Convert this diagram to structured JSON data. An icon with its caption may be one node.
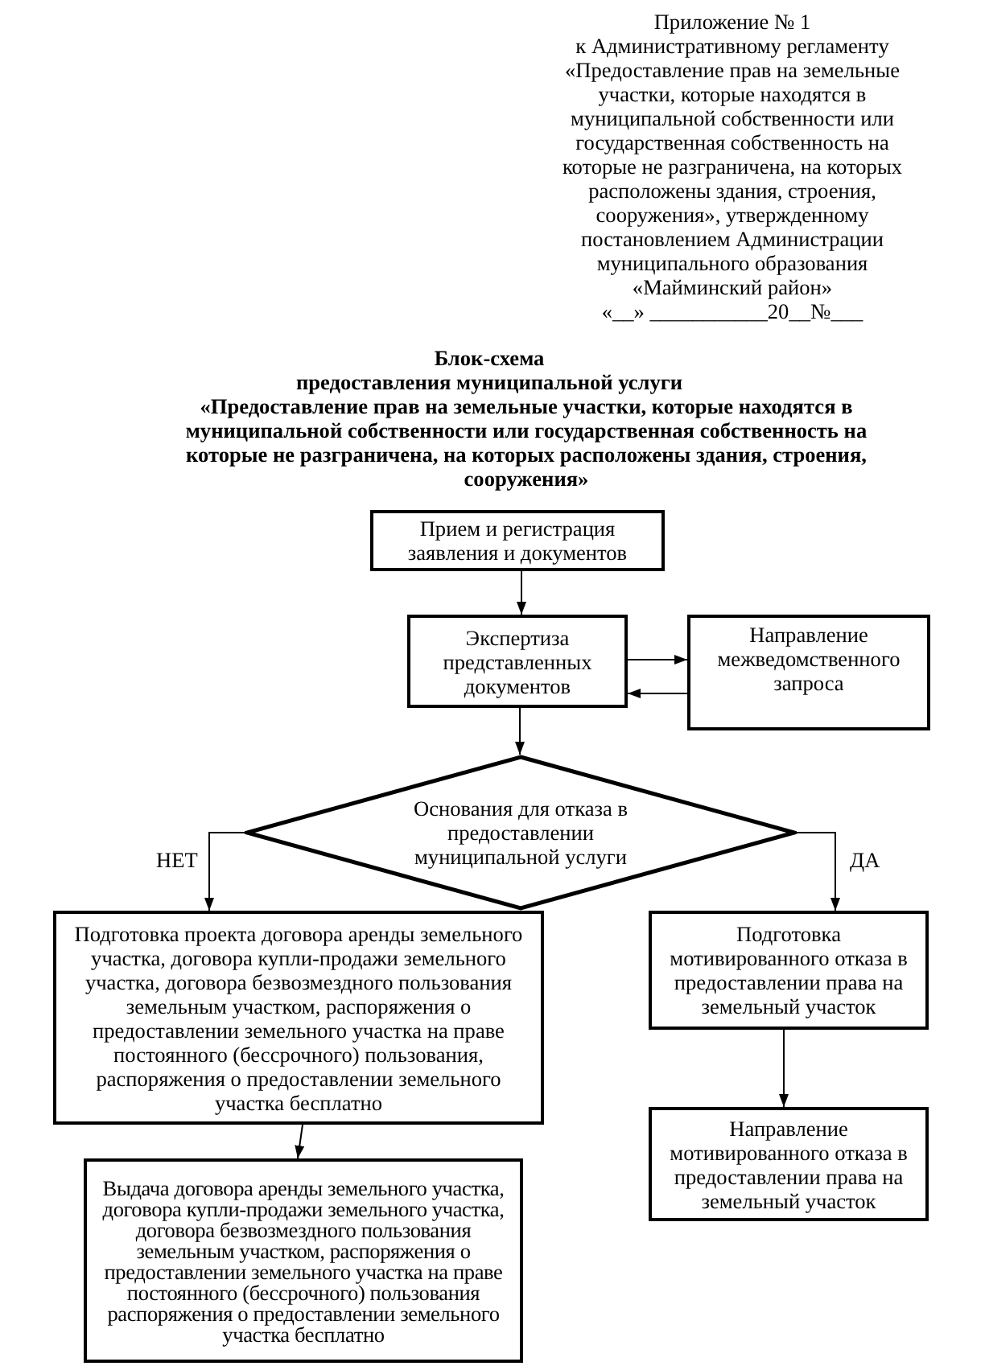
{
  "diagram": {
    "title": "Блок-схема",
    "nodes": [
      {
        "text": [
          "Прием и регистрация заявления и документов"
        ]
      },
      {
        "text": [
          "Экспертиза представленных документов"
        ]
      },
      {
        "text": [
          "Направление межведомственного запроса"
        ]
      },
      {
        "text": [
          "Основания для отказа в предоставлении муниципальной услуги"
        ]
      },
      {
        "text": [
          "Подготовка проекта договора аренды земельного участка, договора купли-продажи земельного участка, договора безвозмездного пользования земельным участком, распоряжения о предоставлении земельного участка на праве постоянного (бессрочного) пользования, распоряжения о предоставлении земельного участка бесплатно"
        ]
      },
      {
        "text": [
          "Подготовка мотивированного отказа в предоставлении права на земельный участок"
        ]
      },
      {
        "text": [
          "Направление мотивированного отказа в предоставлении права на земельный участок"
        ]
      },
      {
        "text": [
          "Выдача договора аренды земельного участка, договора купли-продажи земельного участка, договора безвозмездного пользования земельным участком, распоряжения о предоставлении земельного участка на праве постоянного (бессрочного) пользования распоряжения о предоставлении земельного участка бесплатно"
        ]
      }
    ],
    "edges": [
      {
        "from": 0,
        "to": 1,
        "arrow": "to"
      },
      {
        "from": 1,
        "to": 2,
        "arrow": "to"
      },
      {
        "from": 2,
        "to": 1,
        "arrow": "to"
      },
      {
        "from": 1,
        "to": 3,
        "arrow": "to"
      },
      {
        "from": 3,
        "to": 4,
        "arrow": "to",
        "label": "НЕТ"
      },
      {
        "from": 3,
        "to": 5,
        "arrow": "to",
        "label": "ДА"
      },
      {
        "from": 4,
        "to": 7,
        "arrow": "to"
      },
      {
        "from": 5,
        "to": 6,
        "arrow": "to"
      }
    ],
    "labels": [
      "Приложение № 1",
      "к Административному регламенту «Предоставление прав на земельные участки, которые находятся в муниципальной собственности или государственная собственность на которые не разграничена, на которых расположены здания, строения, сооружения», утвержденному постановлением Администрации муниципального образования «Майминский район»",
      "«__» ___________20__№___",
      "предоставления муниципальной услуги",
      "«Предоставление прав на земельные участки, которые находятся в муниципальной собственности или государственная собственность на которые не разграничена, на которых расположены здания, строения, сооружения»"
    ]
  }
}
